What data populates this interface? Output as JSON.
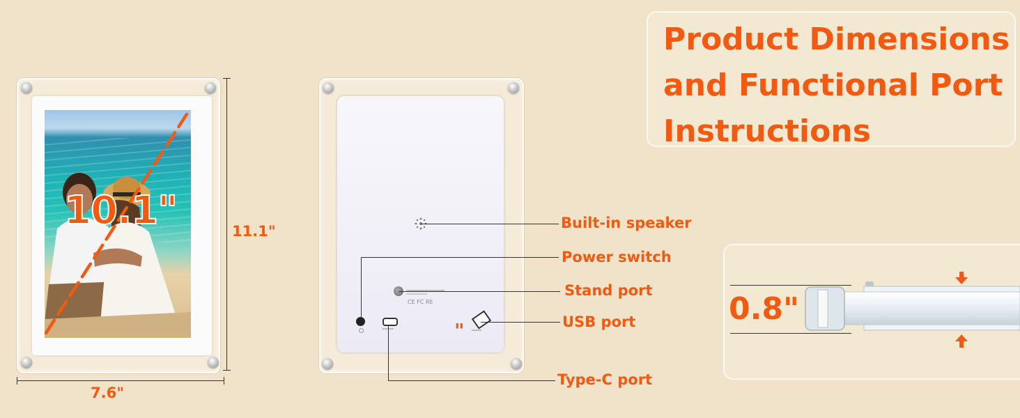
{
  "title": {
    "line1": "Product Dimensions",
    "line2": "and Functional Port",
    "line3": "Instructions"
  },
  "dimensions": {
    "diagonal": "10.1\"",
    "height": "11.1\"",
    "width": "7.6\"",
    "thickness": "0.8\""
  },
  "ports": {
    "speaker": "Built-in speaker",
    "power": "Power switch",
    "stand": "Stand port",
    "usb": "USB port",
    "typec": "Type-C port"
  },
  "stray_mark": "\"",
  "colors": {
    "accent": "#f25a12",
    "background": "#f1e3c9"
  }
}
